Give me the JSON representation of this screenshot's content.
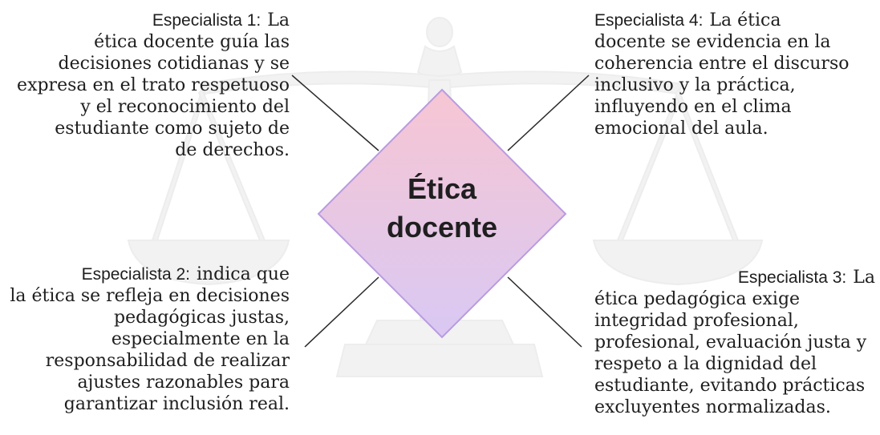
{
  "diagram": {
    "center": {
      "lines": [
        "Ética",
        "docente"
      ]
    },
    "quadrants": [
      {
        "id": "q1",
        "speaker": "Especialista 1:",
        "lines": [
          "La",
          "ética docente guía las",
          "decisiones cotidianas y se",
          "expresa en el trato respetuoso",
          "y el reconocimiento del",
          "estudiante como sujeto de",
          "de derechos."
        ]
      },
      {
        "id": "q4",
        "speaker": "Especialista 4:",
        "lines": [
          "La ética",
          "docente se evidencia en la",
          "coherencia entre el discurso",
          "inclusivo y la práctica,",
          "influyendo en el clima",
          "emocional del aula."
        ]
      },
      {
        "id": "q2",
        "speaker": "Especialista 2:",
        "lines": [
          "indica que",
          "la ética se refleja en decisiones",
          "pedagógicas justas,",
          "especialmente en la",
          "responsabilidad de realizar",
          "ajustes razonables para",
          "garantizar inclusión real."
        ]
      },
      {
        "id": "q3",
        "speaker": "Especialista 3:",
        "lines": [
          "La",
          "ética pedagógica exige",
          "integridad profesional,",
          "profesional, evaluación justa y",
          "respeto a la dignidad del",
          "estudiante, evitando prácticas",
          "excluyentes normalizadas."
        ]
      }
    ],
    "colors": {
      "diamond_top": "#f7c6d3",
      "diamond_bottom": "#d9c8f3",
      "diamond_border": "#b99be0",
      "connector": "#2a2a2a",
      "watermark": "#f2f2f2"
    },
    "watermark_icon": "scales-of-justice-icon"
  }
}
